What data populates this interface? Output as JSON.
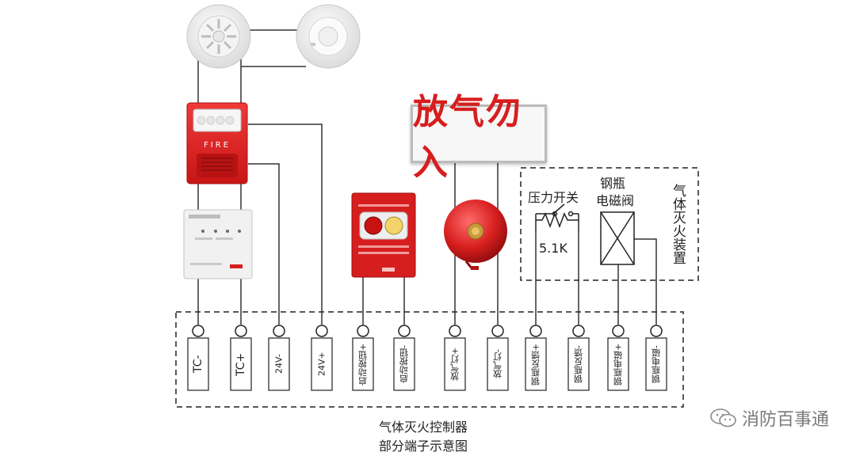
{
  "sign_text": "放气勿入",
  "device_panel_title": "气体灭火装置",
  "pressure_switch_label": "压力开关",
  "resistor_label": "5.1K",
  "valve_label_line1": "钢瓶",
  "valve_label_line2": "电磁阀",
  "strobe_text": "FIRE",
  "caption_line1": "气体灭火控制器",
  "caption_line2": "部分端子示意图",
  "watermark": "消防百事通",
  "terminals": [
    "TC-",
    "TC+",
    "24V-",
    "24V+",
    "启动按钮+",
    "启动按钮-",
    "放气灯+",
    "放气灯-",
    "钢瓶反馈+",
    "钢瓶反馈-",
    "钢瓶电磁+",
    "钢瓶电磁-"
  ],
  "colors": {
    "wire": "#333333",
    "red": "#d71e1e",
    "dashed": "#222222"
  }
}
